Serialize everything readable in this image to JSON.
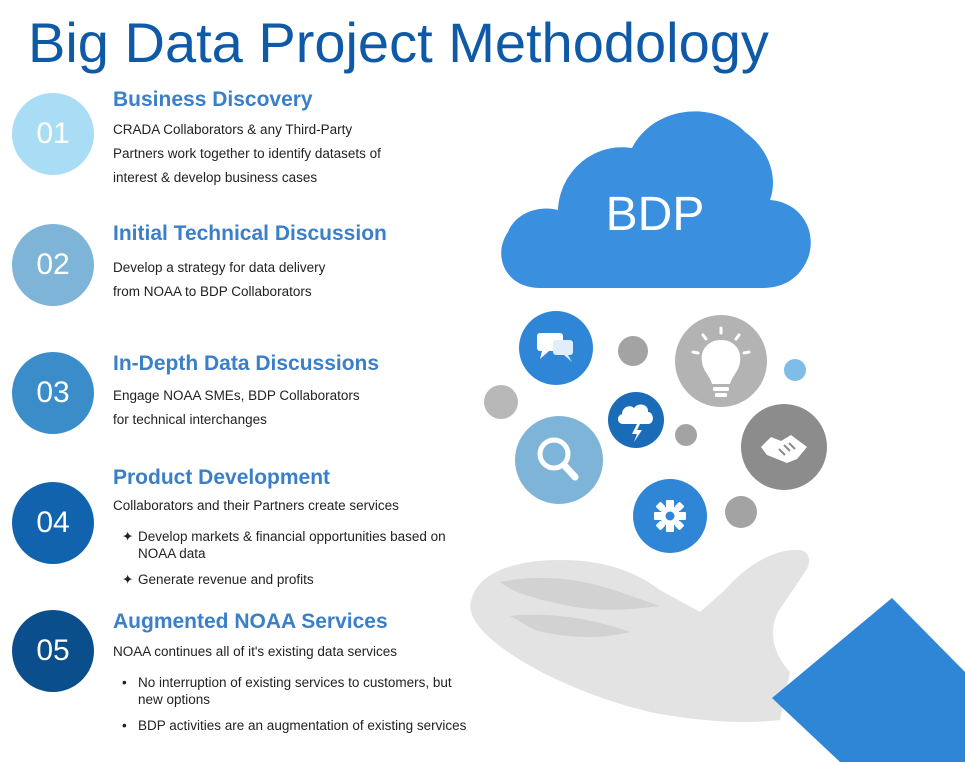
{
  "title": "Big Data Project Methodology",
  "steps": [
    {
      "number": "01",
      "title": "Business Discovery",
      "description": [
        "CRADA Collaborators & any Third-Party",
        "Partners work together to identify datasets of",
        "interest & develop business cases"
      ],
      "color": "#a9ddf5"
    },
    {
      "number": "02",
      "title": "Initial Technical Discussion",
      "description": [
        "Develop a strategy for data delivery",
        "from NOAA to BDP Collaborators"
      ],
      "color": "#7fb4d9"
    },
    {
      "number": "03",
      "title": "In-Depth Data Discussions",
      "description": [
        "Engage NOAA SMEs, BDP Collaborators",
        "for technical interchanges"
      ],
      "color": "#3b8dc9"
    },
    {
      "number": "04",
      "title": "Product Development",
      "description": [
        "Collaborators and their Partners create services"
      ],
      "bullet_mark": "✦",
      "bullets": [
        "Develop markets & financial opportunities based on NOAA data",
        "Generate revenue and profits"
      ],
      "color": "#1163ad"
    },
    {
      "number": "05",
      "title": "Augmented NOAA Services",
      "description": [
        "NOAA continues all of it's existing data services"
      ],
      "bullet_mark": "•",
      "bullets": [
        "No interruption of existing services to customers, but new options",
        "BDP activities are an augmentation of existing services"
      ],
      "color": "#0b4e8c"
    }
  ],
  "illustration": {
    "cloud_label": "BDP",
    "cloud_color": "#3a8fde",
    "icons": [
      "chat-icon",
      "lightbulb-icon",
      "cloud-lightning-icon",
      "search-icon",
      "handshake-icon",
      "gear-icon"
    ],
    "hand_color": "#e3e3e3",
    "sleeve_color": "#2f86d6"
  }
}
